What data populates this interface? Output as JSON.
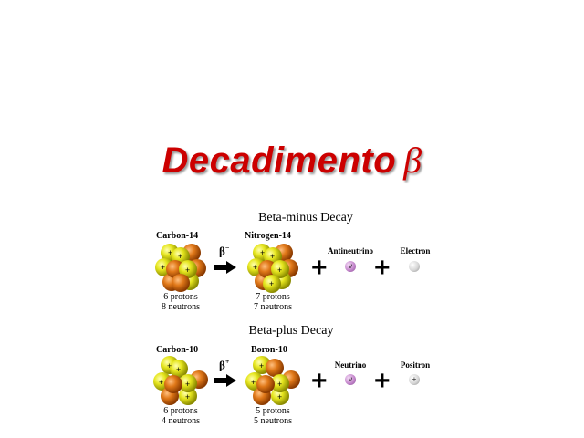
{
  "title": {
    "text": "Decadimento",
    "symbol": "β",
    "color": "#cc0000"
  },
  "beta_minus": {
    "heading": "Beta-minus Decay",
    "parent": {
      "name": "Carbon-14",
      "protons": "6 protons",
      "neutrons": "8 neutrons"
    },
    "decay_symbol": "β",
    "decay_sign": "−",
    "daughter": {
      "name": "Nitrogen-14",
      "protons": "7 protons",
      "neutrons": "7 neutrons"
    },
    "products": [
      {
        "label": "Antineutrino",
        "glyph": "ν"
      },
      {
        "label": "Electron",
        "glyph": "−"
      }
    ]
  },
  "beta_plus": {
    "heading": "Beta-plus Decay",
    "parent": {
      "name": "Carbon-10",
      "protons": "6 protons",
      "neutrons": "4 neutrons"
    },
    "decay_symbol": "β",
    "decay_sign": "+",
    "daughter": {
      "name": "Boron-10",
      "protons": "5 protons",
      "neutrons": "5 neutrons"
    },
    "products": [
      {
        "label": "Neutrino",
        "glyph": "ν"
      },
      {
        "label": "Positron",
        "glyph": "+"
      }
    ]
  },
  "plus_sign": "+",
  "colors": {
    "proton": "#e6e61e",
    "neutron": "#e07818",
    "title": "#cc0000"
  }
}
